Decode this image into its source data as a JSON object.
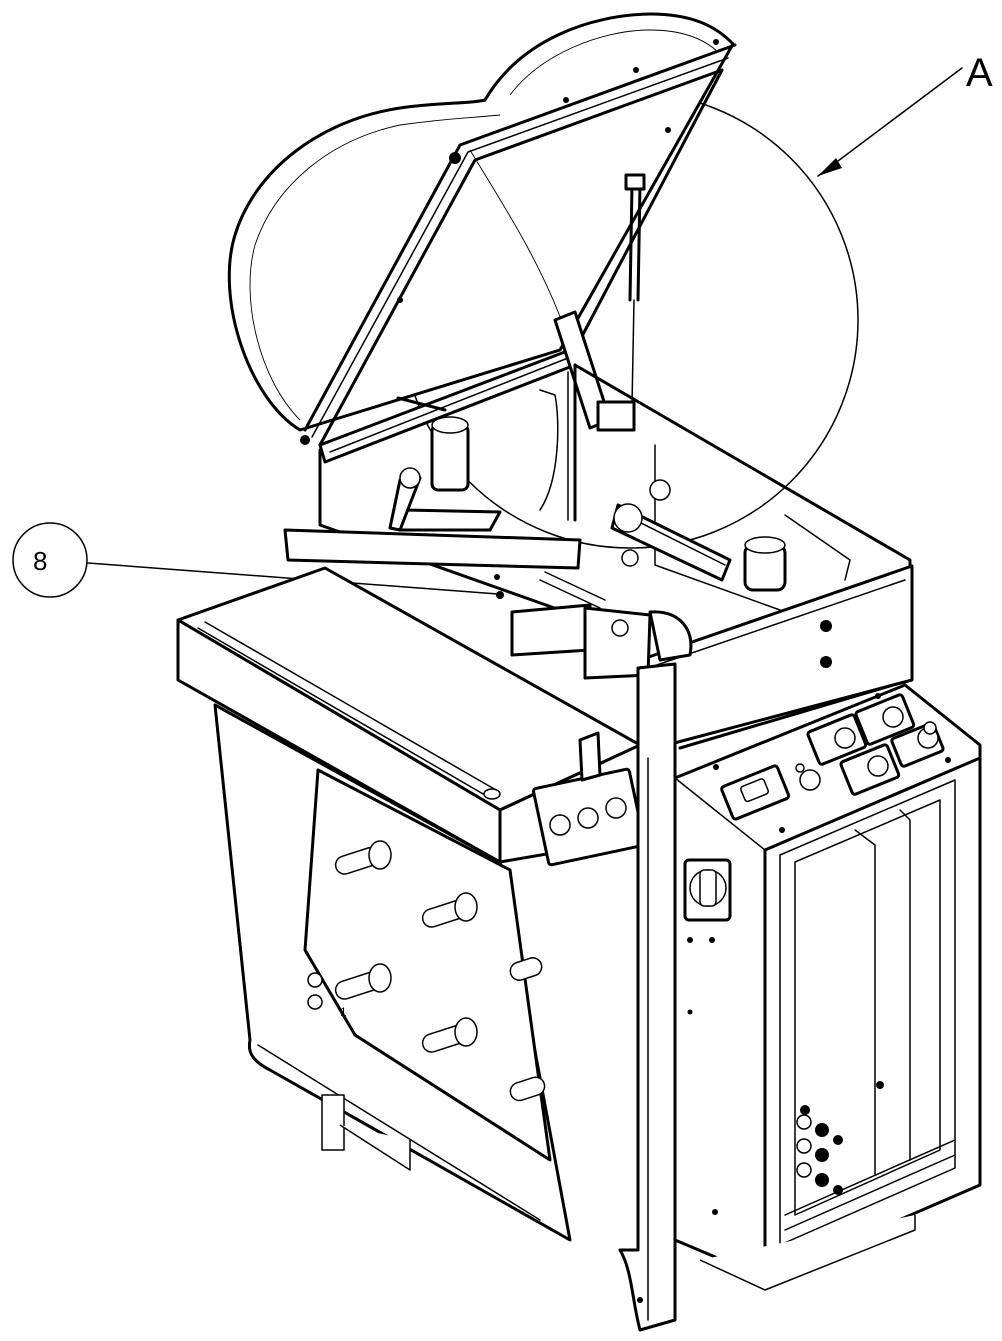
{
  "callouts": {
    "detail": {
      "label": "A"
    },
    "item": {
      "label": "8"
    }
  },
  "panel_markings": {
    "side_label": "1"
  },
  "colors": {
    "line": "#000000",
    "background": "#ffffff"
  }
}
